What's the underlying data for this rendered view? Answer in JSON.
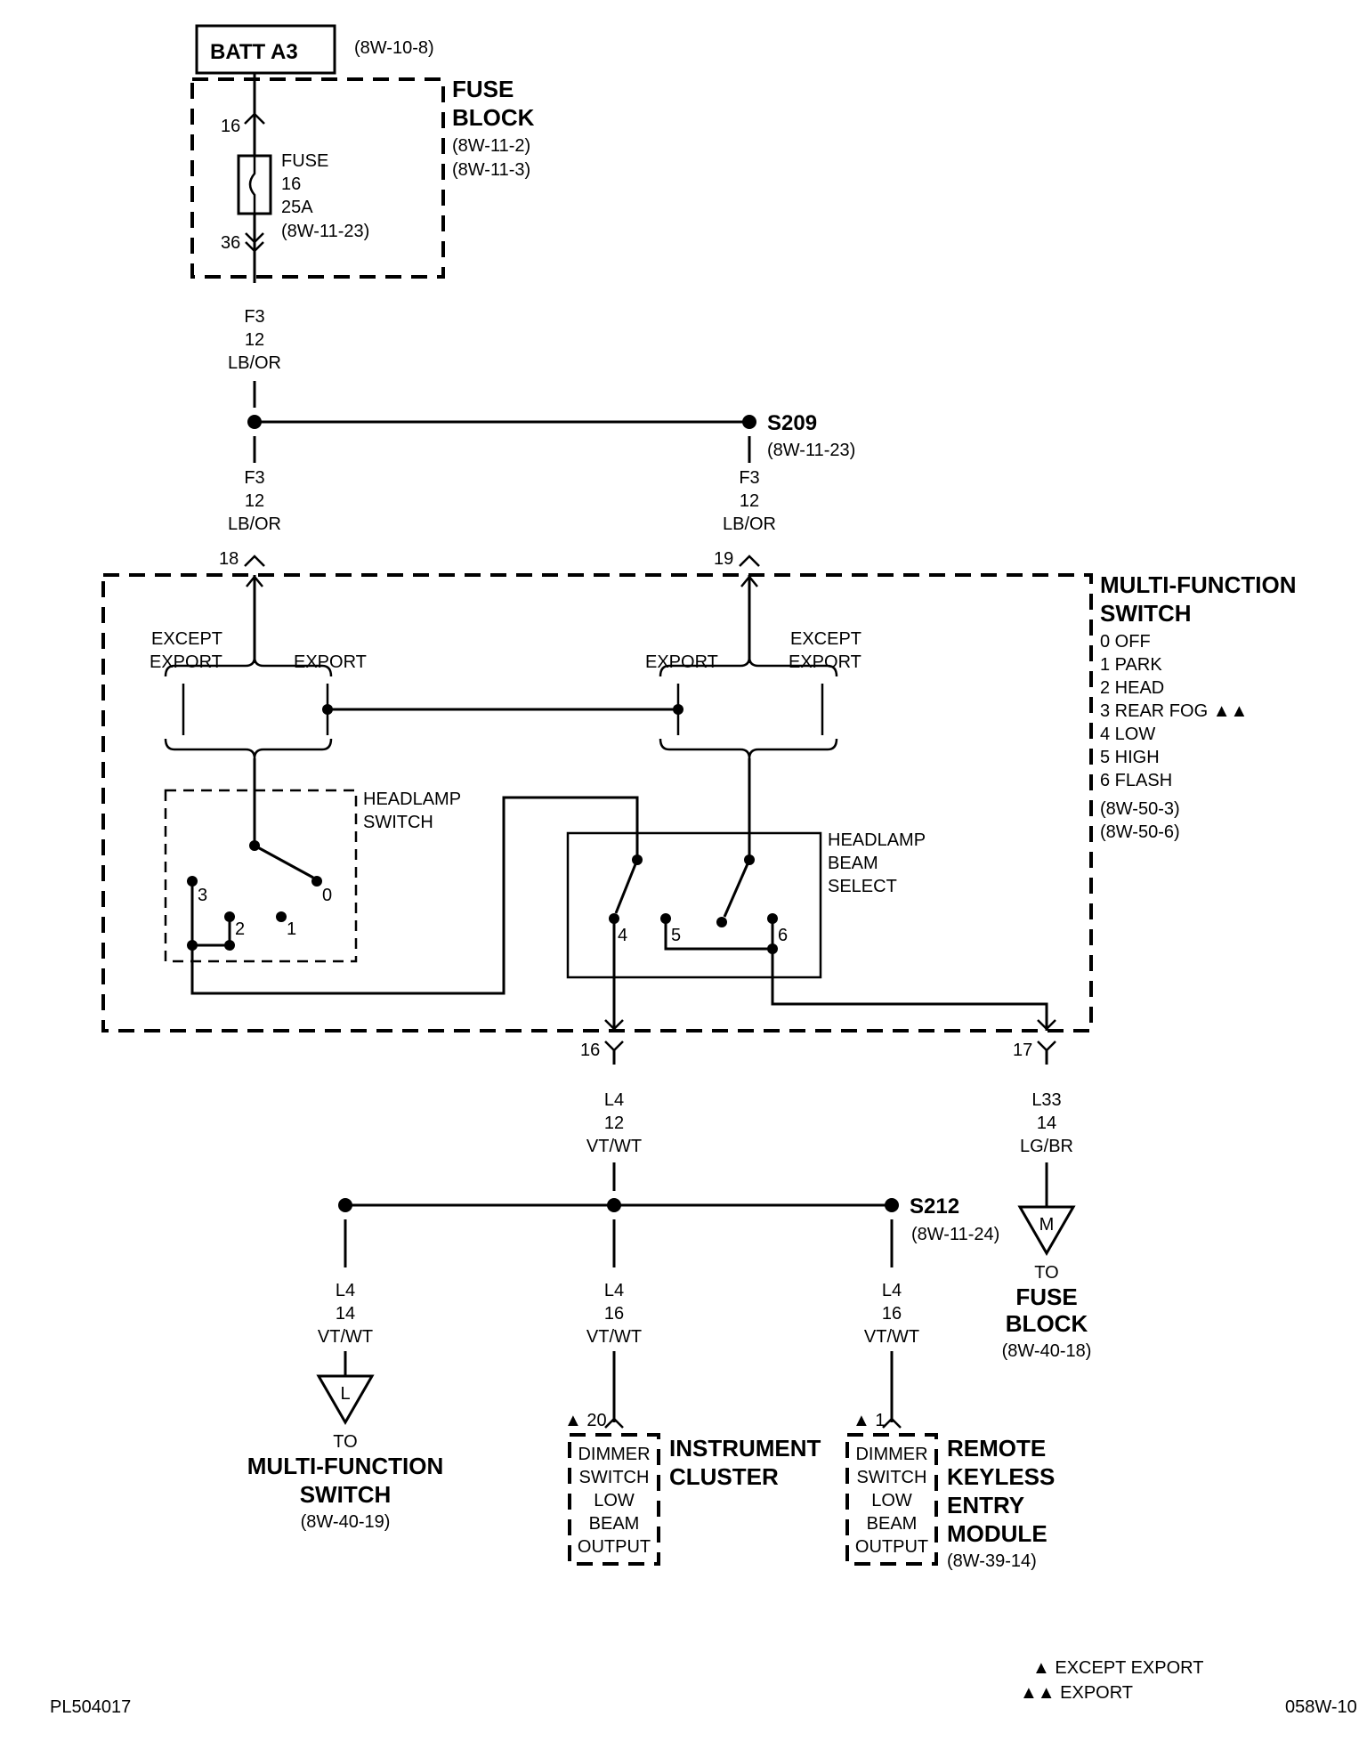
{
  "batt": {
    "label": "BATT A3",
    "ref": "(8W-10-8)"
  },
  "fuse_block": {
    "title1": "FUSE",
    "title2": "BLOCK",
    "ref1": "(8W-11-2)",
    "ref2": "(8W-11-3)",
    "pin_in": "16",
    "pin_out": "36",
    "fuse_line1": "FUSE",
    "fuse_line2": "16",
    "fuse_line3": "25A",
    "fuse_line4": "(8W-11-23)"
  },
  "wire_f3_top": {
    "circuit": "F3",
    "gauge": "12",
    "color": "LB/OR"
  },
  "wire_f3_left": {
    "circuit": "F3",
    "gauge": "12",
    "color": "LB/OR"
  },
  "wire_f3_right": {
    "circuit": "F3",
    "gauge": "12",
    "color": "LB/OR"
  },
  "splice_s209": {
    "name": "S209",
    "ref": "(8W-11-23)"
  },
  "mfs": {
    "title1": "MULTI-FUNCTION",
    "title2": "SWITCH",
    "positions": [
      "0 OFF",
      "1 PARK",
      "2 HEAD",
      "3 REAR FOG ▲▲",
      "4 LOW",
      "5 HIGH",
      "6 FLASH"
    ],
    "ref1": "(8W-50-3)",
    "ref2": "(8W-50-6)",
    "pin18": "18",
    "pin19": "19",
    "pin16": "16",
    "pin17": "17",
    "except_export_l1": "EXCEPT",
    "except_export_l2": "EXPORT",
    "export_l": "EXPORT",
    "export_r": "EXPORT",
    "except_export_r1": "EXCEPT",
    "except_export_r2": "EXPORT",
    "headlamp_switch1": "HEADLAMP",
    "headlamp_switch2": "SWITCH",
    "hs_pos0": "0",
    "hs_pos1": "1",
    "hs_pos2": "2",
    "hs_pos3": "3",
    "beam_select1": "HEADLAMP",
    "beam_select2": "BEAM",
    "beam_select3": "SELECT",
    "bs_pos4": "4",
    "bs_pos5": "5",
    "bs_pos6": "6"
  },
  "wire_l4_main": {
    "circuit": "L4",
    "gauge": "12",
    "color": "VT/WT"
  },
  "wire_l33": {
    "circuit": "L33",
    "gauge": "14",
    "color": "LG/BR"
  },
  "splice_s212": {
    "name": "S212",
    "ref": "(8W-11-24)"
  },
  "wire_l4_left": {
    "circuit": "L4",
    "gauge": "14",
    "color": "VT/WT"
  },
  "wire_l4_mid": {
    "circuit": "L4",
    "gauge": "16",
    "color": "VT/WT"
  },
  "wire_l4_right": {
    "circuit": "L4",
    "gauge": "16",
    "color": "VT/WT"
  },
  "conn_m": {
    "letter": "M",
    "to": "TO",
    "dest1": "FUSE",
    "dest2": "BLOCK",
    "ref": "(8W-40-18)"
  },
  "conn_l": {
    "letter": "L",
    "to": "TO",
    "dest1": "MULTI-FUNCTION",
    "dest2": "SWITCH",
    "ref": "(8W-40-19)"
  },
  "cluster": {
    "pin": "▲ 20",
    "title1": "INSTRUMENT",
    "title2": "CLUSTER",
    "box": [
      "DIMMER",
      "SWITCH",
      "LOW",
      "BEAM",
      "OUTPUT"
    ]
  },
  "rke": {
    "pin": "▲ 1",
    "title1": "REMOTE",
    "title2": "KEYLESS",
    "title3": "ENTRY",
    "title4": "MODULE",
    "ref": "(8W-39-14)",
    "box": [
      "DIMMER",
      "SWITCH",
      "LOW",
      "BEAM",
      "OUTPUT"
    ]
  },
  "legend": {
    "except_export": "▲ EXCEPT EXPORT",
    "export": "▲▲ EXPORT"
  },
  "footer": {
    "left": "PL504017",
    "right": "058W-10"
  }
}
